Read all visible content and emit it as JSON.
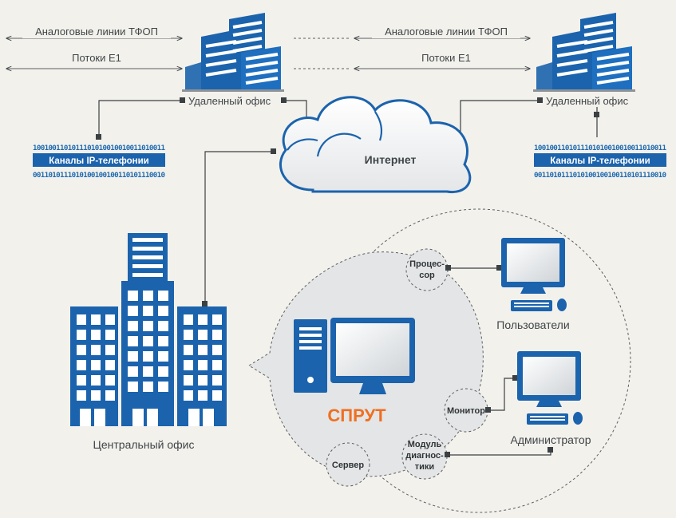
{
  "labels": {
    "analog_left": "Аналоговые линии ТФОП",
    "e1_left": "Потоки Е1",
    "analog_right": "Аналоговые линии ТФОП",
    "e1_right": "Потоки Е1",
    "remote_office_left": "Удаленный офис",
    "remote_office_right": "Удаленный офис",
    "internet": "Интернет",
    "central_office": "Центральный офис",
    "sprut": "СПРУТ",
    "users": "Пользователи",
    "administrator": "Администратор"
  },
  "ip_channels": {
    "binary_top": "1001001101011101010010010011010011",
    "title": "Каналы IP-телефонии",
    "binary_bottom": "0011010111010100100100110101110010"
  },
  "modules": {
    "processor_line1": "Процес-",
    "processor_line2": "сор",
    "monitor": "Монитор",
    "diagnostics_line1": "Модуль",
    "diagnostics_line2": "диагнос-",
    "diagnostics_line3": "тики",
    "server": "Сервер"
  },
  "colors": {
    "brand_blue": "#1b63ad",
    "accent_orange": "#ef6f22",
    "line_dark": "#3b4043",
    "background": "#f3f1ec"
  },
  "icons": [
    "building-icon",
    "cloud-icon",
    "desktop-pc-icon",
    "monitor-icon",
    "keyboard-icon",
    "mouse-icon"
  ]
}
